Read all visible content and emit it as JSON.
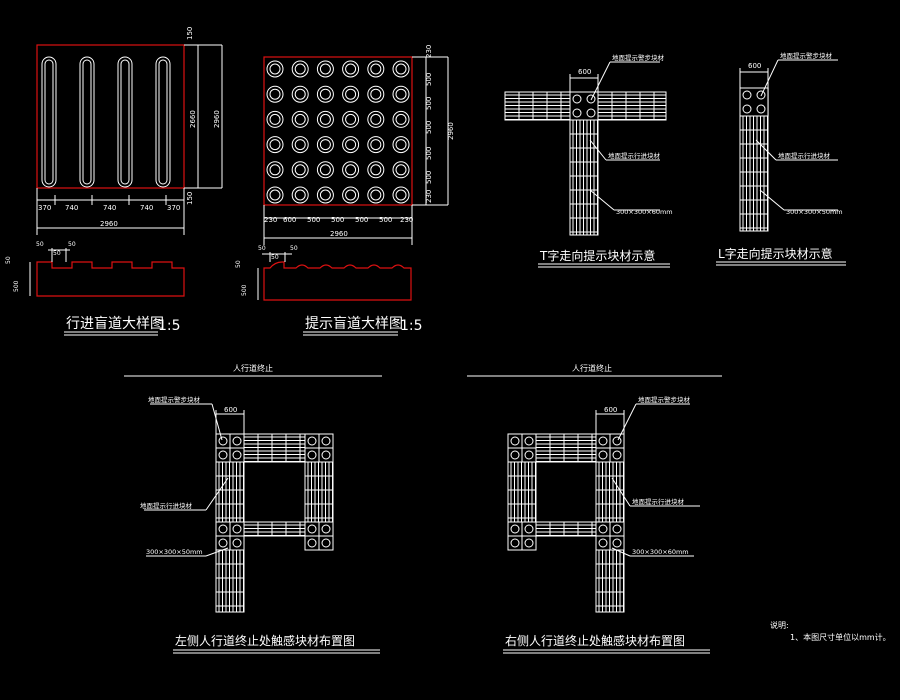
{
  "drawing": {
    "tile_a": {
      "dims_bottom": [
        "370",
        "740",
        "740",
        "740",
        "370"
      ],
      "dim_total_bottom": "2960",
      "dims_right": [
        "150",
        "2660",
        "150"
      ],
      "dim_total_right": "2960",
      "section_dims": [
        "50",
        "50",
        "50",
        "500"
      ],
      "title": "行进盲道大样图",
      "scale": "1:5"
    },
    "tile_b": {
      "dims_bottom": [
        "230",
        "600",
        "500",
        "500",
        "500",
        "500",
        "230"
      ],
      "dim_total_bottom": "2960",
      "dims_right": [
        "230",
        "500",
        "500",
        "500",
        "500",
        "500",
        "230"
      ],
      "dim_total_right": "2960",
      "section_dims": [
        "50",
        "50",
        "50",
        "500"
      ],
      "title": "提示盲道大样图",
      "scale": "1:5"
    },
    "t_layout": {
      "width_dim": "600",
      "label_warning": "地面提示警步块材",
      "label_guide": "地面提示行进块材",
      "label_size": "300×300×60mm",
      "title": "T字走向提示块材示意"
    },
    "l_layout": {
      "width_dim": "600",
      "label_warning": "地面提示警步块材",
      "label_guide": "地面提示行进块材",
      "label_size": "300×300×50mm",
      "title": "L字走向提示块材示意"
    },
    "left_end": {
      "header": "人行道终止",
      "width_dim": "600",
      "label_warning": "地面提示警步块材",
      "label_guide": "地面提示行进块材",
      "label_size": "300×300×50mm",
      "title": "左侧人行道终止处触感块材布置图"
    },
    "right_end": {
      "header": "人行道终止",
      "width_dim": "600",
      "label_warning": "地面提示警步块材",
      "label_guide": "地面提示行进块材",
      "label_size": "300×300×60mm",
      "title": "右侧人行道终止处触感块材布置图"
    },
    "notes": {
      "heading": "说明:",
      "line1": "1、本图尺寸单位以mm计。"
    }
  }
}
